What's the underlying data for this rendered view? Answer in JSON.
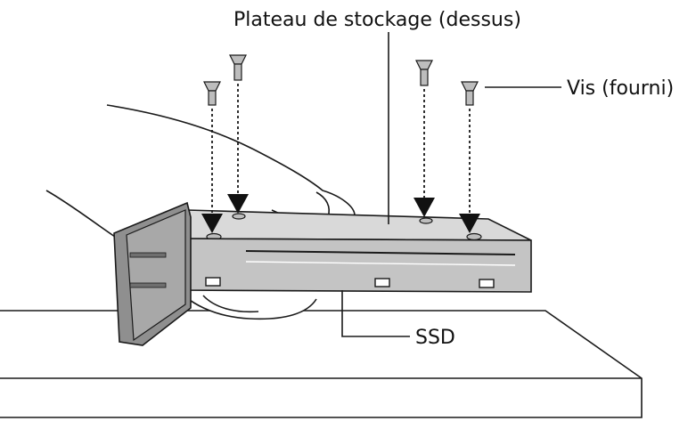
{
  "labels": {
    "tray_top": "Plateau de stockage (dessus)",
    "screws": "Vis (fourni)",
    "ssd": "SSD"
  },
  "colors": {
    "tray_fill": "#d9d9d9",
    "tray_front": "#c4c4c4",
    "tray_dark": "#8f8f8f",
    "line": "#1a1a1a"
  },
  "icons": [
    "screw-icon",
    "arrow-down-icon",
    "hand-icon"
  ]
}
